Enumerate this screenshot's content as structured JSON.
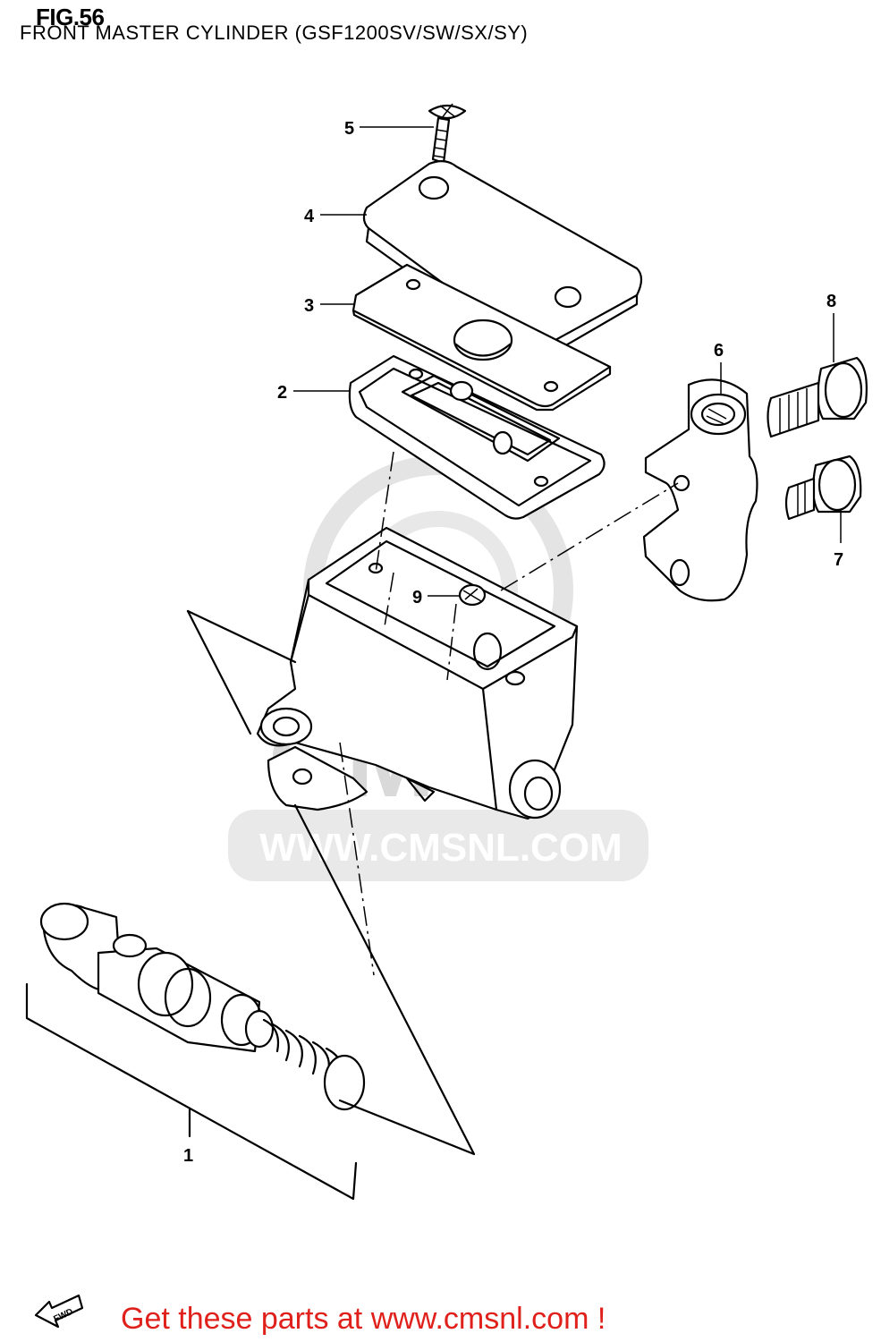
{
  "figure": {
    "number_label": "FIG.56",
    "subtitle": "FRONT MASTER CYLINDER (GSF1200SV/SW/SX/SY)"
  },
  "callouts": [
    {
      "id": "1",
      "label": "1"
    },
    {
      "id": "2",
      "label": "2"
    },
    {
      "id": "3",
      "label": "3"
    },
    {
      "id": "4",
      "label": "4"
    },
    {
      "id": "5",
      "label": "5"
    },
    {
      "id": "6",
      "label": "6"
    },
    {
      "id": "7",
      "label": "7"
    },
    {
      "id": "8",
      "label": "8"
    },
    {
      "id": "9",
      "label": "9"
    }
  ],
  "watermark": {
    "url_text": "WWW.CMSNL.COM",
    "brand_text": "CMS"
  },
  "fwd_arrow": {
    "label": "FWD",
    "icon": "forward-arrow-icon"
  },
  "promo": {
    "text": "Get these parts at www.cmsnl.com !",
    "color": "#e0201b"
  }
}
